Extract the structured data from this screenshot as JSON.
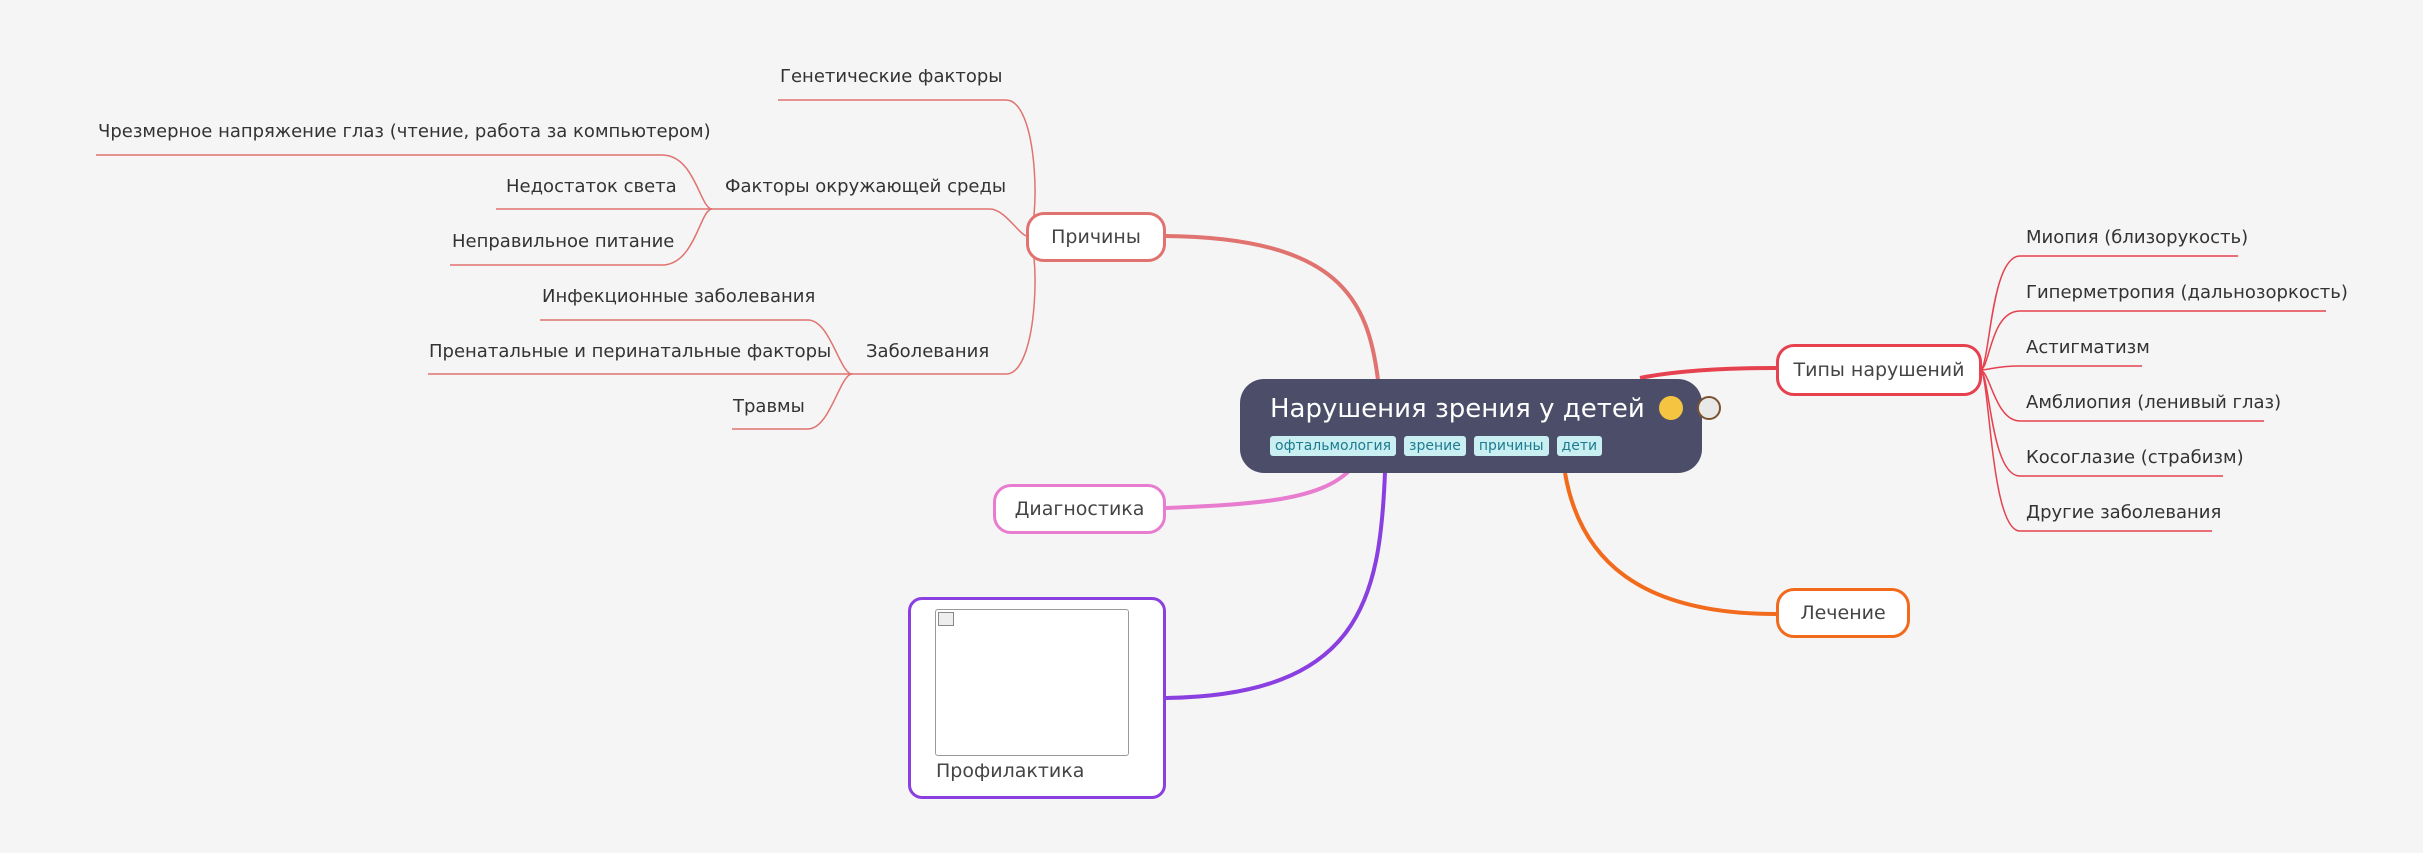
{
  "central": {
    "title": "Нарушения зрения у детей",
    "emoji": [
      "baby-face",
      "eye"
    ],
    "tags": [
      "офтальмология",
      "зрение",
      "причины",
      "дети"
    ]
  },
  "branches": {
    "causes": {
      "label": "Причины",
      "color": "#e0736f",
      "genetic": "Генетические факторы",
      "environment": {
        "label": "Факторы окружающей среды",
        "items": [
          "Чрезмерное напряжение глаз (чтение, работа за компьютером)",
          "Недостаток света",
          "Неправильное питание"
        ]
      },
      "diseases": {
        "label": "Заболевания",
        "items": [
          "Инфекционные заболевания",
          "Пренатальные и перинатальные факторы",
          "Травмы"
        ]
      }
    },
    "types": {
      "label": "Типы нарушений",
      "color": "#e5414e",
      "items": [
        "Миопия (близорукость)",
        "Гиперметропия (дальнозоркость)",
        "Астигматизм",
        "Амблиопия (ленивый глаз)",
        "Косоглазие (страбизм)",
        "Другие заболевания"
      ]
    },
    "diagnostics": {
      "label": "Диагностика",
      "color": "#e87ccf"
    },
    "treatment": {
      "label": "Лечение",
      "color": "#f26a1b"
    },
    "prevention": {
      "label": "Профилактика",
      "color": "#8a3fe0"
    }
  }
}
